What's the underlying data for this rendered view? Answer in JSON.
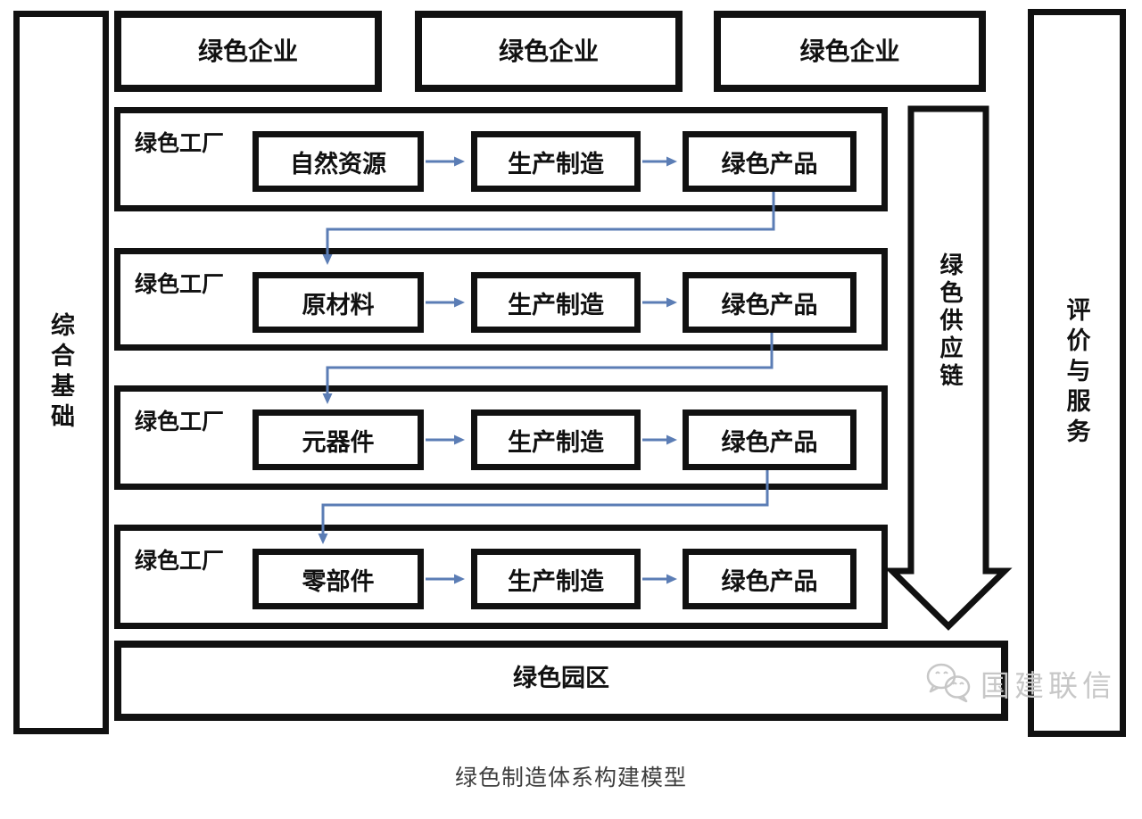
{
  "diagram": {
    "caption": "绿色制造体系构建模型",
    "left_bar_label": "综合基础",
    "right_bar_label": "评价与服务",
    "supply_chain_label": "绿色供应链",
    "enterprises": [
      "绿色企业",
      "绿色企业",
      "绿色企业"
    ],
    "factory_label": "绿色工厂",
    "rows": [
      {
        "input": "自然资源",
        "process": "生产制造",
        "output": "绿色产品"
      },
      {
        "input": "原材料",
        "process": "生产制造",
        "output": "绿色产品"
      },
      {
        "input": "元器件",
        "process": "生产制造",
        "output": "绿色产品"
      },
      {
        "input": "零部件",
        "process": "生产制造",
        "output": "绿色产品"
      }
    ],
    "park_label": "绿色园区",
    "watermark": "国建联信",
    "colors": {
      "line_black": "#111111",
      "connector_blue": "#5b7db5",
      "watermark_gray": "#c7c7c7"
    }
  }
}
